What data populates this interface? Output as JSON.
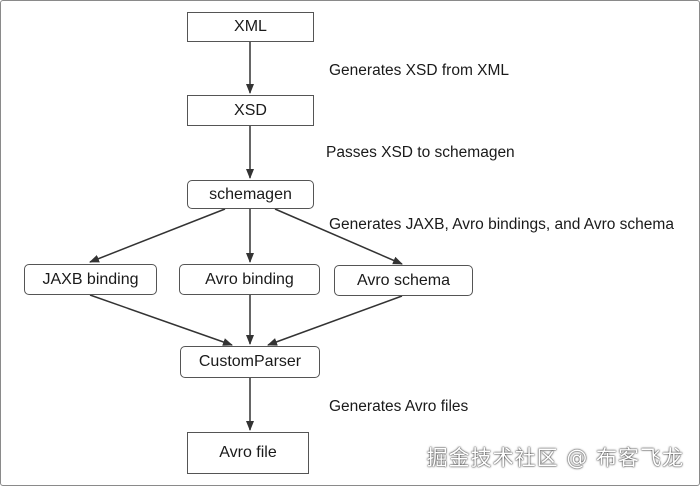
{
  "diagram": {
    "nodes": {
      "xml": "XML",
      "xsd": "XSD",
      "schemagen": "schemagen",
      "jaxb_binding": "JAXB binding",
      "avro_binding": "Avro binding",
      "avro_schema": "Avro schema",
      "custom_parser": "CustomParser",
      "avro_file": "Avro file"
    },
    "edge_labels": {
      "xml_to_xsd": "Generates XSD from XML",
      "xsd_to_schemagen": "Passes XSD to schemagen",
      "schemagen_to_outputs": "Generates JAXB, Avro bindings, and Avro schema",
      "parser_to_file": "Generates Avro files"
    },
    "stroke_color": "#333333"
  },
  "watermark": "掘金技术社区 @ 布客飞龙"
}
